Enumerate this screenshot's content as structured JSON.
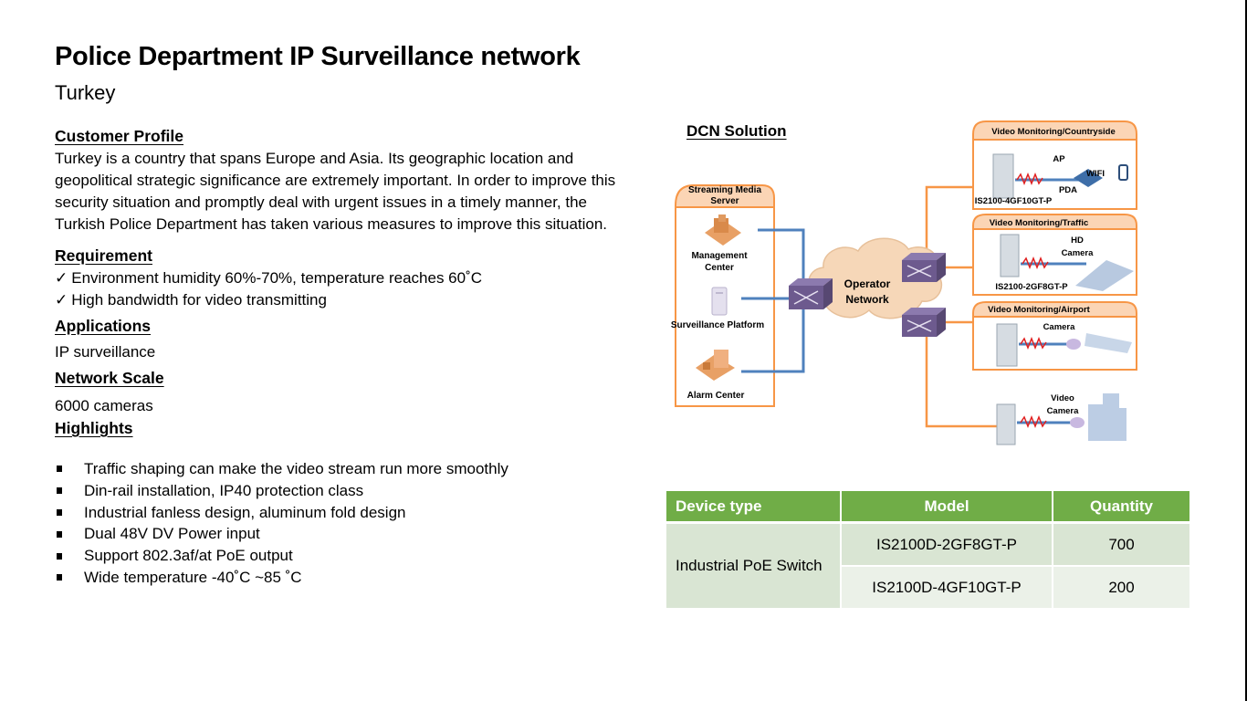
{
  "header": {
    "title": "Police Department IP Surveillance network",
    "subtitle": "Turkey"
  },
  "customer_profile": {
    "heading": "Customer Profile",
    "text": "Turkey is a country that spans Europe and Asia. Its geographic location and geopolitical strategic significance are extremely important. In order to improve this security situation and promptly deal with urgent issues in a timely manner, the Turkish Police Department has taken various measures to improve this situation."
  },
  "requirement": {
    "heading": "Requirement",
    "check_glyph": "✓",
    "items": [
      "Environment humidity 60%-70%, temperature reaches 60˚C",
      "High bandwidth for video transmitting"
    ]
  },
  "applications": {
    "heading": "Applications",
    "value": "IP surveillance"
  },
  "network_scale": {
    "heading": "Network Scale",
    "value": "6000 cameras"
  },
  "highlights": {
    "heading": "Highlights",
    "items": [
      "Traffic shaping can make the video stream run more smoothly",
      "Din-rail installation, IP40 protection class",
      "Industrial fanless design, aluminum fold design",
      "Dual 48V DV Power input",
      "Support 802.3af/at PoE output",
      "Wide temperature -40˚C ~85 ˚C"
    ]
  },
  "diagram": {
    "title": "DCN Solution",
    "server_box": {
      "title_line1": "Streaming Media",
      "title_line2": "Server",
      "management_line1": "Management",
      "management_line2": "Center",
      "surveillance": "Surveillance Platform",
      "alarm": "Alarm Center"
    },
    "cloud_line1": "Operator",
    "cloud_line2": "Network",
    "sites": {
      "countryside": {
        "title": "Video Monitoring/Countryside",
        "ap": "AP",
        "wifi": "WIFI",
        "pda": "PDA",
        "switch": "IS2100-4GF10GT-P"
      },
      "traffic": {
        "title": "Video Monitoring/Traffic",
        "cam1": "HD",
        "cam2": "Camera",
        "switch": "IS2100-2GF8GT-P"
      },
      "airport": {
        "title": "Video Monitoring/Airport",
        "cam": "Camera"
      },
      "city": {
        "cam1": "Video",
        "cam2": "Camera"
      }
    },
    "colors": {
      "orange": "#f79646",
      "orange_fill": "#fbd5b5",
      "blue_link": "#4f81bd",
      "switch_purple": "#6d5a8e",
      "wave_red": "#e02020"
    }
  },
  "device_table": {
    "headers": [
      "Device type",
      "Model",
      "Quantity"
    ],
    "device_type": "Industrial PoE Switch",
    "rows": [
      {
        "model": "IS2100D-2GF8GT-P",
        "quantity": "700"
      },
      {
        "model": "IS2100D-4GF10GT-P",
        "quantity": "200"
      }
    ],
    "colors": {
      "header": "#70ad47",
      "row_dark": "#d9e5d3",
      "row_light": "#ebf1e8"
    }
  }
}
